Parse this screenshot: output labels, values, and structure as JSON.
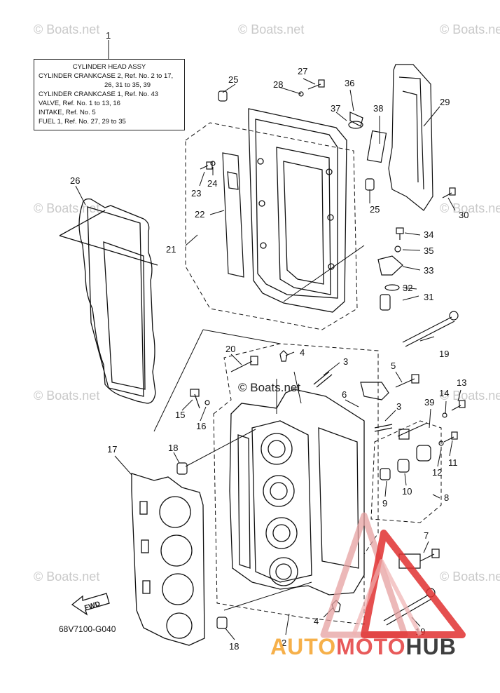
{
  "watermark": {
    "text": "© Boats.net",
    "center_text": "© Boats.net"
  },
  "legend": {
    "ref_number": "1",
    "title": "CYLINDER HEAD ASSY",
    "lines": [
      "CYLINDER CRANKCASE 2,  Ref. No. 2 to 17,",
      "26, 31 to 35, 39",
      "CYLINDER CRANKCASE 1,  Ref. No. 43",
      "VALVE,    Ref. No. 1 to 13, 16",
      "INTAKE,   Ref. No. 5",
      "FUEL 1,   Ref. No. 27, 29 to 35"
    ]
  },
  "part_labels": [
    "25",
    "27",
    "28",
    "36",
    "37",
    "38",
    "29",
    "26",
    "24",
    "23",
    "22",
    "21",
    "25",
    "30",
    "34",
    "35",
    "33",
    "32",
    "31",
    "19",
    "20",
    "4",
    "3",
    "5",
    "6",
    "15",
    "16",
    "3",
    "39",
    "14",
    "13",
    "18",
    "17",
    "11",
    "12",
    "9",
    "10",
    "8",
    "7",
    "4",
    "19",
    "2",
    "18"
  ],
  "fwd_arrow": "FWD",
  "part_code": "68V7100-G040",
  "brand": {
    "part1": "AUTO",
    "part2": "MOTO",
    "part3": "HUB"
  },
  "colors": {
    "brand_orange": "#f6b04a",
    "brand_red": "#e85a5a",
    "brand_dark": "#3e3e3e",
    "logo_red": "#e03030"
  }
}
